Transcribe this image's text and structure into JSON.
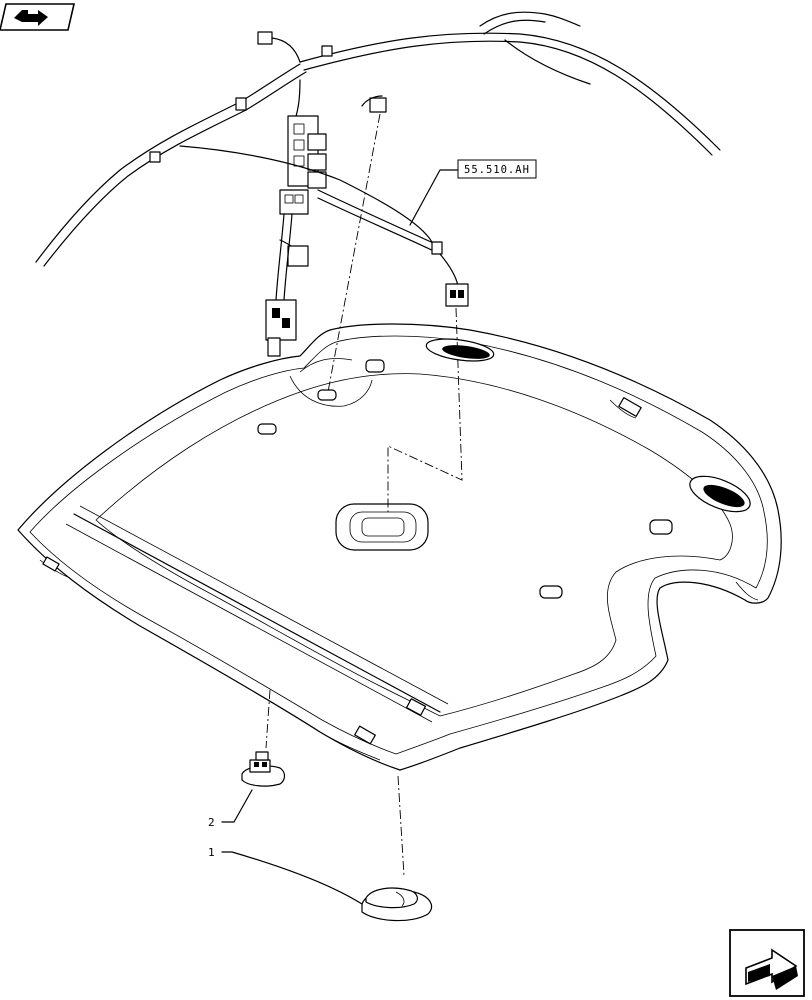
{
  "diagram": {
    "reference_label": "55.510.AH",
    "callouts": [
      {
        "number": "1",
        "part": "dome-lamp"
      },
      {
        "number": "2",
        "part": "switch"
      }
    ],
    "nav": {
      "top_left_icon": "back-arrow-icon",
      "bottom_right_icon": "forward-arrow-icon"
    }
  }
}
